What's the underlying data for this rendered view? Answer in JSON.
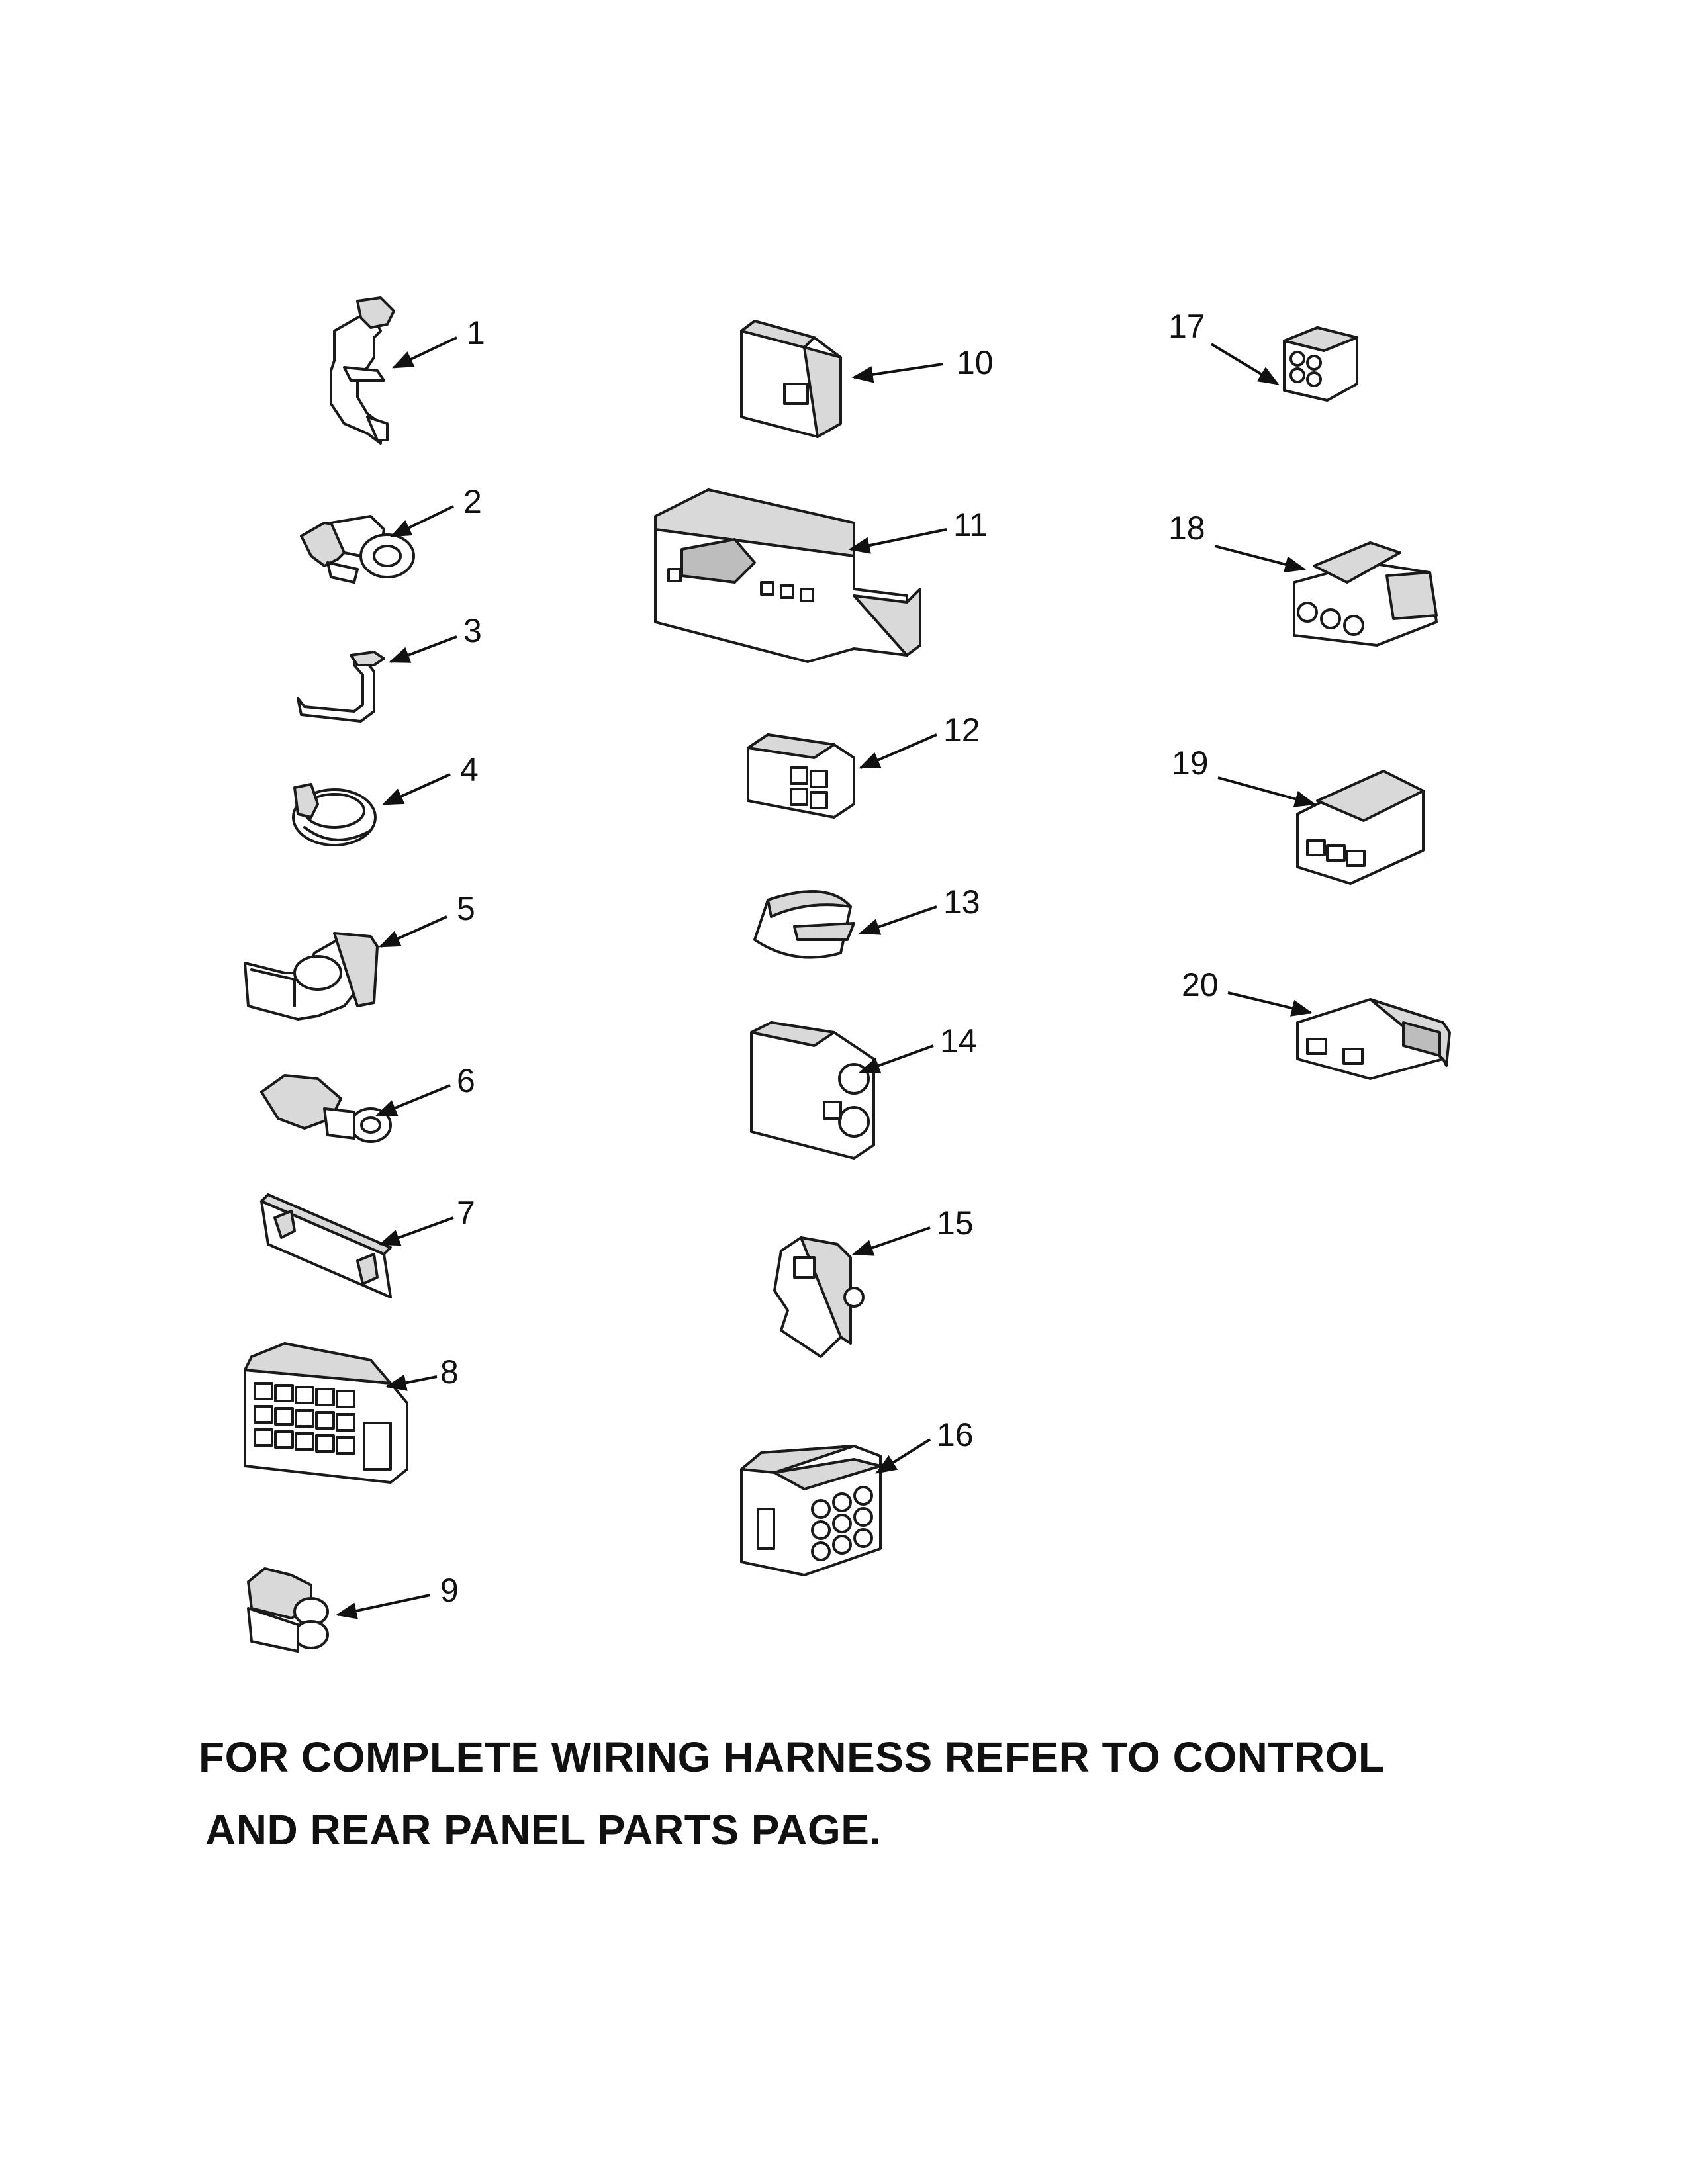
{
  "diagram": {
    "parts": [
      {
        "id": "part-1",
        "callout": "1"
      },
      {
        "id": "part-2",
        "callout": "2"
      },
      {
        "id": "part-3",
        "callout": "3"
      },
      {
        "id": "part-4",
        "callout": "4"
      },
      {
        "id": "part-5",
        "callout": "5"
      },
      {
        "id": "part-6",
        "callout": "6"
      },
      {
        "id": "part-7",
        "callout": "7"
      },
      {
        "id": "part-8",
        "callout": "8"
      },
      {
        "id": "part-9",
        "callout": "9"
      },
      {
        "id": "part-10",
        "callout": "10"
      },
      {
        "id": "part-11",
        "callout": "11"
      },
      {
        "id": "part-12",
        "callout": "12"
      },
      {
        "id": "part-13",
        "callout": "13"
      },
      {
        "id": "part-14",
        "callout": "14"
      },
      {
        "id": "part-15",
        "callout": "15"
      },
      {
        "id": "part-16",
        "callout": "16"
      },
      {
        "id": "part-17",
        "callout": "17"
      },
      {
        "id": "part-18",
        "callout": "18"
      },
      {
        "id": "part-19",
        "callout": "19"
      },
      {
        "id": "part-20",
        "callout": "20"
      }
    ]
  },
  "note": {
    "line1": "FOR COMPLETE WIRING HARNESS REFER TO CONTROL",
    "line2": "AND REAR PANEL PARTS PAGE."
  },
  "colors": {
    "line": "#1a1a1a",
    "shade": "#d9d9d9",
    "background": "#ffffff"
  }
}
